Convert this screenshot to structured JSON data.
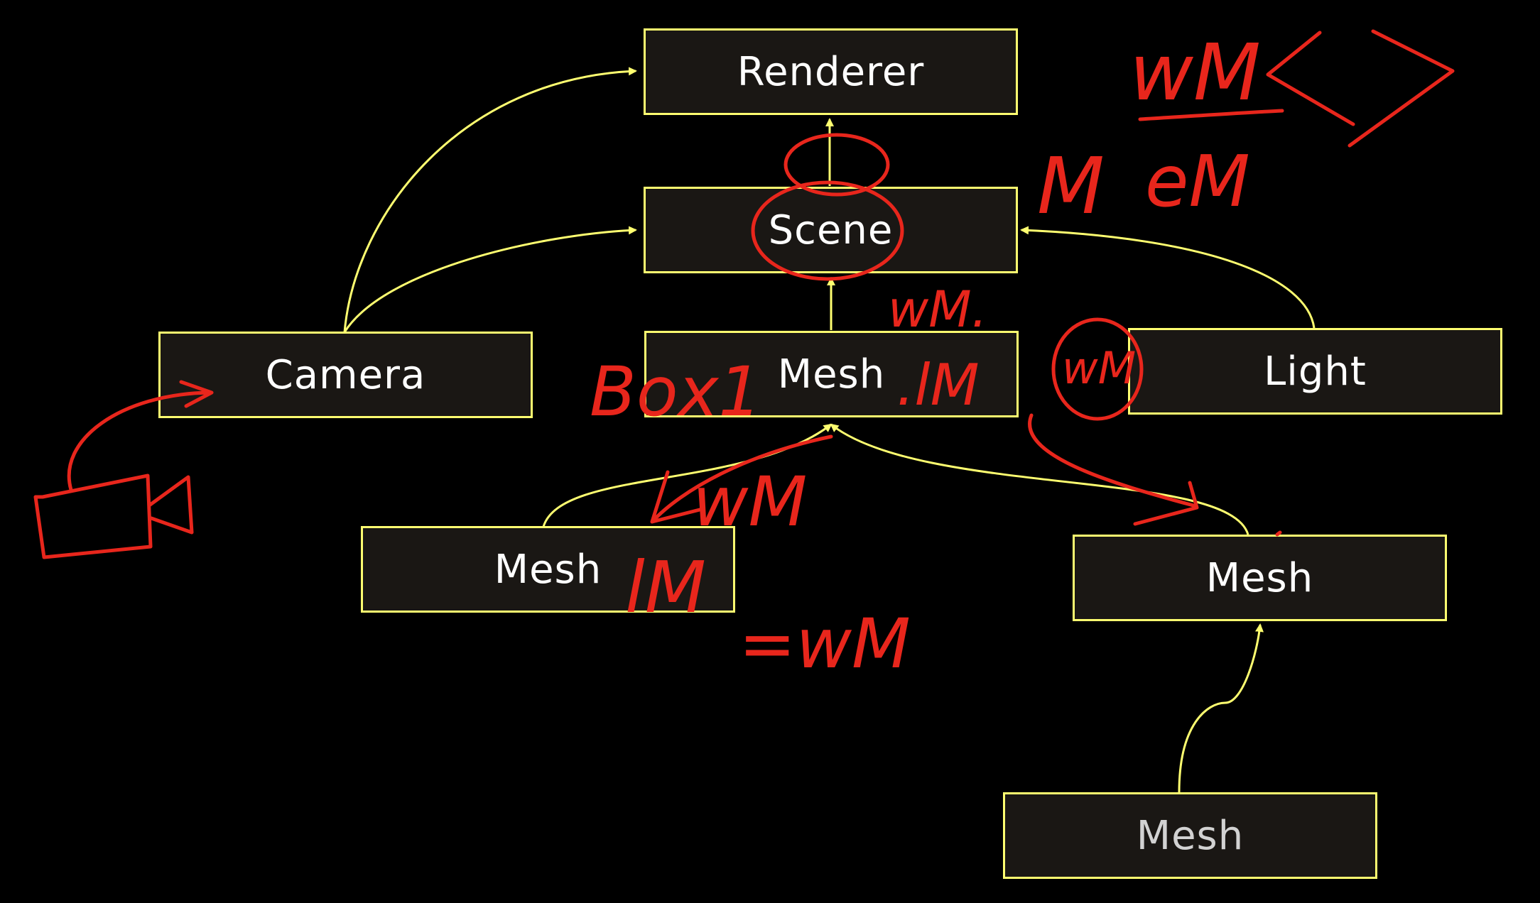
{
  "colors": {
    "background": "#000000",
    "node_border": "#ffff70",
    "node_fill": "#1a1714",
    "edge": "#ffff70",
    "annotation": "#e8261c"
  },
  "nodes": {
    "renderer": "Renderer",
    "scene": "Scene",
    "camera": "Camera",
    "mesh_root": "Mesh",
    "light": "Light",
    "mesh_left": "Mesh",
    "mesh_right": "Mesh",
    "mesh_bottom": "Mesh"
  },
  "edges": [
    [
      "camera",
      "renderer"
    ],
    [
      "scene",
      "renderer"
    ],
    [
      "camera",
      "scene"
    ],
    [
      "mesh_root",
      "scene"
    ],
    [
      "light",
      "scene"
    ],
    [
      "mesh_left",
      "mesh_root"
    ],
    [
      "mesh_right",
      "mesh_root"
    ],
    [
      "mesh_bottom",
      "mesh_right"
    ]
  ],
  "annotations": {
    "wm_top": "wM",
    "em_top": "eM",
    "m_top": "M",
    "wm_scene": "wM.",
    "box1": "Box1",
    "lm_root": ".lM",
    "wm_circled": "wM",
    "wm_branch": "wM",
    "lm_left": "lM",
    "eq_wm": "=wM",
    "camera_icon": "camera-sketch-icon"
  }
}
